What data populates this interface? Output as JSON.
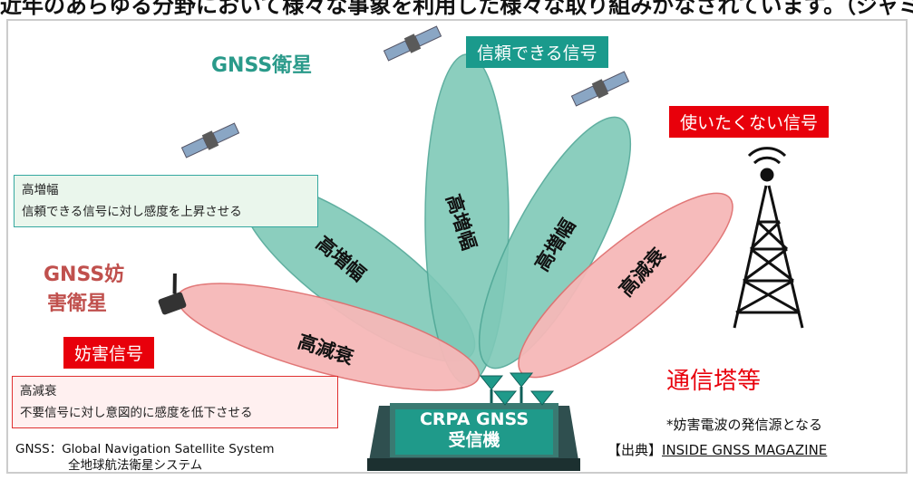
{
  "title_cut": "近年のあらゆる分野において様々な事象を利用した様々な取り組みがなされています。（ジャミング）",
  "sat_label": "GNSS衛星",
  "reliable_signal": "信頼できる信号",
  "unwanted_signal": "使いたくない信号",
  "high_gain_box": {
    "line1": "高増幅",
    "line2": "信頼できる信号に対し感度を上昇させる"
  },
  "jammer_sat_label": {
    "line1": "GNSS妨",
    "line2": "害衛星"
  },
  "jamming_signal": "妨害信号",
  "high_atten_box": {
    "line1": "高減衰",
    "line2": "不要信号に対し意図的に感度を低下させる"
  },
  "lobes": {
    "high_gain": "高増幅",
    "high_atten": "高減衰"
  },
  "receiver": {
    "line1": "CRPA GNSS",
    "line2": "受信機"
  },
  "tower_label": "通信塔等",
  "tower_note": "*妨害電波の発信源となる",
  "source": {
    "prefix": "【出典】",
    "name": "INSIDE GNSS MAGAZINE"
  },
  "gnss_def": {
    "line1": "GNSS：Global Navigation Satellite System",
    "line2": "全地球航法衛星システム"
  },
  "colors": {
    "teal_lobe": "#7fc9b8",
    "red_lobe": "#f6b8b8",
    "teal_box": "#1a9a8c",
    "red_box": "#e8000b",
    "sat_label": "#2a9a8a",
    "jammer_label": "#c0504d"
  }
}
